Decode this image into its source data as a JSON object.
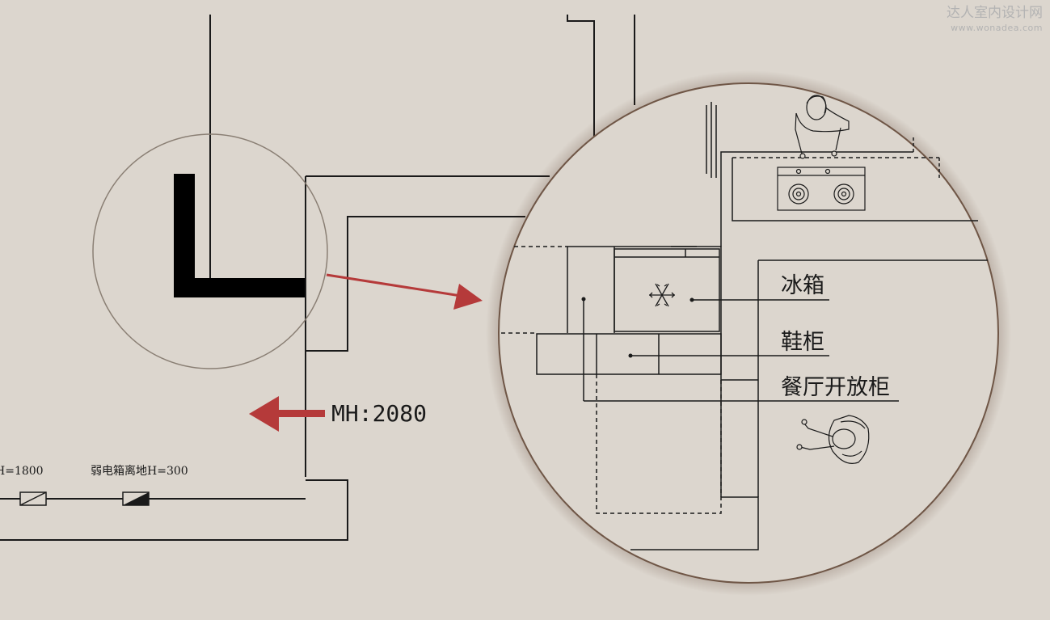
{
  "watermark": {
    "name": "达人室内设计网",
    "url": "www.wonadea.com"
  },
  "dimension_label": "MH:2080",
  "outlets": {
    "left_label": "H=1800",
    "right_label": "弱电箱离地H=300"
  },
  "callouts": {
    "fridge": "冰箱",
    "shoe_cabinet": "鞋柜",
    "dining_cabinet": "餐厅开放柜"
  },
  "colors": {
    "background": "#dcd6ce",
    "arrow": "#b53a3a",
    "line": "#1a1a1a",
    "magnifier_ring": "#8a7f74"
  },
  "icons": {
    "fridge_symbol": "snowflake-icon",
    "stove": "gas-stove-icon",
    "person_top": "person-icon",
    "person_bottom": "person-icon"
  }
}
